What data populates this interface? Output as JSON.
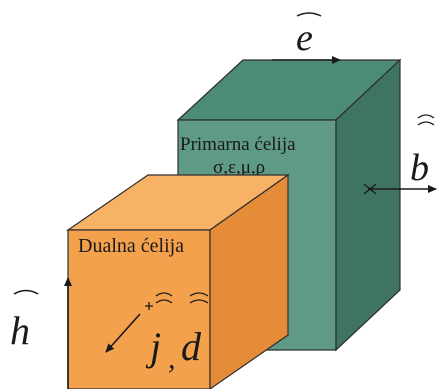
{
  "diagram": {
    "primary_cell": {
      "label": "Primarna ćelija",
      "params": "σ,ε,μ,ρ",
      "colors": {
        "front": "#5e9a84",
        "top": "#4c8b74",
        "side": "#3f7560",
        "edge": "#2f2f2f"
      }
    },
    "dual_cell": {
      "label": "Dualna ćelija",
      "colors": {
        "front": "#f4a14e",
        "top": "#f7b266",
        "side": "#e58c39",
        "edge": "#2f2f2f"
      }
    },
    "vectors": {
      "e": "e",
      "b": "b",
      "h": "h",
      "j": "j",
      "d": "d",
      "comma": ","
    },
    "marks": {
      "single": "single-arc",
      "double": "double-arc"
    }
  }
}
